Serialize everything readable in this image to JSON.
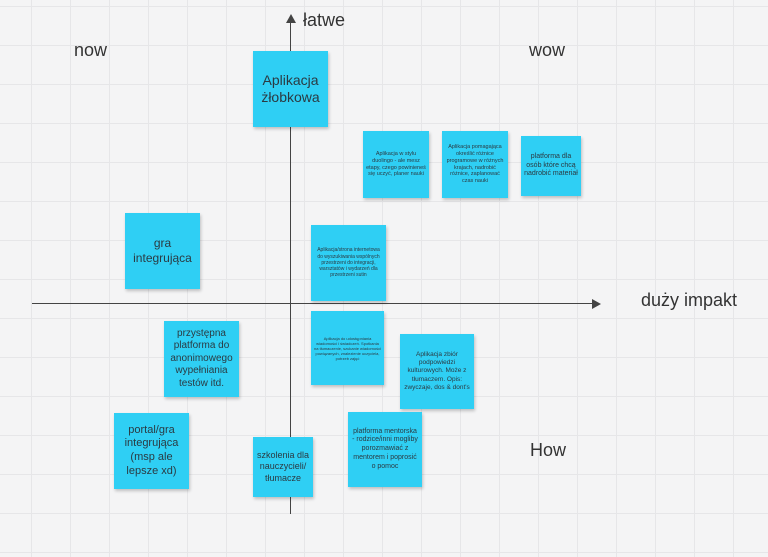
{
  "axes": {
    "y_label": "łatwe",
    "x_label": "duży impakt"
  },
  "quadrants": {
    "top_left": "now",
    "top_right": "wow",
    "bottom_right": "How"
  },
  "notes": {
    "aplikacja_zlobkowa": "Aplikacja żłobkowa",
    "duolingo": "Aplikacja w stylu duolingo - ale mesz etapy, czego powinieneś się uczyć, planer nauki",
    "roznica_programowa": "Aplikacja pomagająca określić różnice programowe w różnych krajach, nadrobić różnice, zaplanować czas nauki",
    "nadrobic_material": "platforma dla osób które chcą nadrobić materiał",
    "gra_integrujaca": "gra integrująca",
    "mentorska_integracja": "Aplikacja/strona internetowa do wyszukiwania wspólnych przestrzeni do integracji, warsztatów i wydarzeń dla przestrzeni sutin",
    "udostepnianie_wiedzy": "Aplikacja do udostępniania wiadomości i świadczeń. Spotkania na tłumaczenie, szukanie wiadomości powiązanych, znalezienie uczyciela, potrzeb zajęć",
    "anonimowe_testy": "przystępna platforma do anonimowego wypełniania testów itd.",
    "podpowiedzi_kulturowe": "Aplikacja zbiór podpowiedzi kulturowych. Może z tłumaczem. Opis: zwyczaje, dos & dont's",
    "portal_gra": "portal/gra integrująca (msp ale lepsze xd)",
    "szkolenia": "szkolenia dla nauczycieli/ tłumacze",
    "platforma_mentorska": "platforma mentorska - rodzice/inni mogliby porozmawiać z mentorem i poprosić o pomoc"
  },
  "colors": {
    "note": "#2fcff4",
    "axis": "#444444",
    "background": "#f4f4f5",
    "grid": "#e6e6e8"
  }
}
